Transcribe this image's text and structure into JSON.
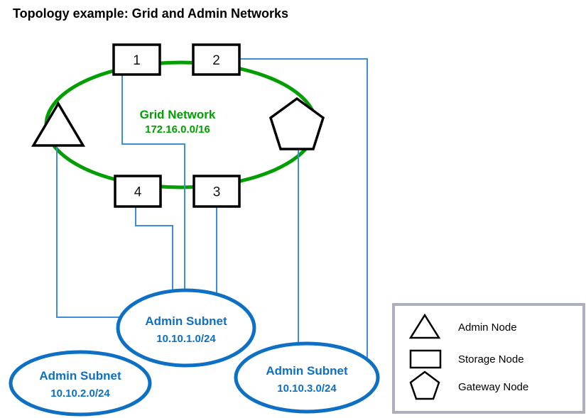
{
  "title": "Topology example: Grid and Admin Networks",
  "colors": {
    "grid_green": "#009E00",
    "subnet_blue": "#0D70C4",
    "connector_blue": "#3D8ED8",
    "legend_border": "#AEB0BD"
  },
  "grid_network": {
    "label": "Grid Network",
    "cidr": "172.16.0.0/16"
  },
  "storage_nodes": [
    "1",
    "2",
    "3",
    "4"
  ],
  "admin_subnets": [
    {
      "label": "Admin Subnet",
      "cidr": "10.10.1.0/24"
    },
    {
      "label": "Admin Subnet",
      "cidr": "10.10.2.0/24"
    },
    {
      "label": "Admin Subnet",
      "cidr": "10.10.3.0/24"
    }
  ],
  "legend": {
    "items": [
      {
        "icon": "triangle-icon",
        "label": "Admin Node"
      },
      {
        "icon": "square-icon",
        "label": "Storage Node"
      },
      {
        "icon": "pentagon-icon",
        "label": "Gateway Node"
      }
    ]
  }
}
